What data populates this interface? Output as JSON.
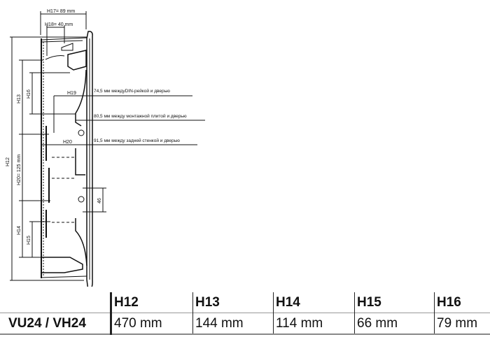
{
  "drawing": {
    "dimensions": {
      "h17": "H17= 89 mm",
      "h18": "H18= 40 mm",
      "h12": "H12",
      "h13": "H13",
      "h16": "H16",
      "h20": "H20= 125 mm",
      "h14": "H14",
      "h15": "H15",
      "h19_marker": "H19",
      "h20_marker": "H20",
      "gap": "46"
    },
    "annotations": [
      "74,5 мм междуDIN-рейкой и дверью",
      "80,5 мм между монтажной плитой и дверью",
      "91,5 мм между задней стенкой и дверью"
    ]
  },
  "table": {
    "headers": [
      "H12",
      "H13",
      "H14",
      "H15",
      "H16"
    ],
    "rows": [
      {
        "label": "VU24 / VH24",
        "values": [
          "470 mm",
          "144 mm",
          "114 mm",
          "66 mm",
          "79 mm"
        ]
      }
    ]
  }
}
